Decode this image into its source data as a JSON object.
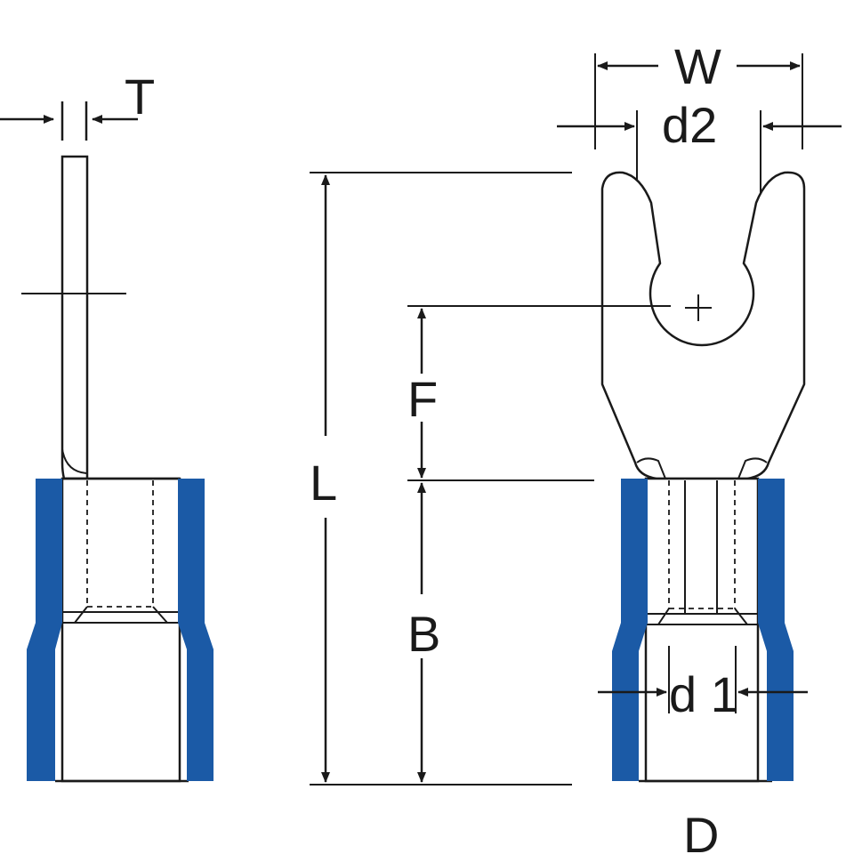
{
  "labels": {
    "T": "T",
    "W": "W",
    "d2": "d2",
    "L": "L",
    "F": "F",
    "B": "B",
    "d1": "d 1",
    "D": "D"
  },
  "colors": {
    "insulation": "#1b5aa6",
    "line": "#1a1a1a",
    "background": "#ffffff"
  }
}
